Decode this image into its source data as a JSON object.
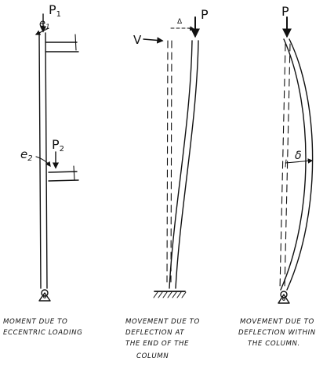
{
  "labels": {
    "p1": "P",
    "p1_sub": "1",
    "e1": "e",
    "e1_sub": "1",
    "p2": "P",
    "p2_sub": "2",
    "e2": "e",
    "e2_sub": "2",
    "p_middle": "P",
    "delta": "Δ",
    "v": "V",
    "p_right": "P",
    "small_delta": "δ"
  },
  "captions": {
    "left": [
      "MOMENT DUE TO",
      "ECCENTRIC LOADING"
    ],
    "middle": [
      "MOVEMENT DUE TO",
      "DEFLECTION AT",
      "THE END OF THE",
      "COLUMN"
    ],
    "right": [
      "MOVEMENT DUE TO",
      "DEFLECTION WITHIN",
      "THE COLUMN."
    ]
  }
}
